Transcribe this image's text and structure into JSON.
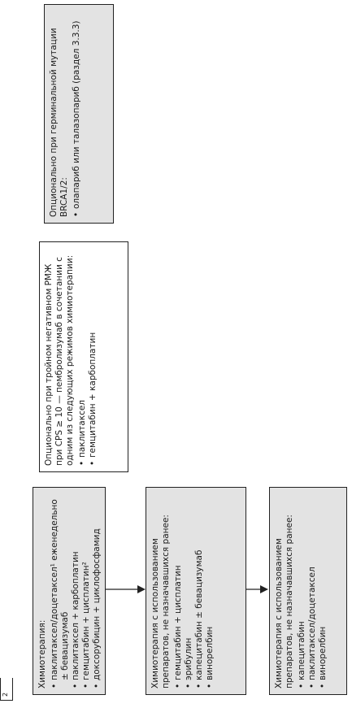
{
  "colors": {
    "gray_box": "#e3e3e3",
    "line": "#222222"
  },
  "corner_mark": "2",
  "chemo_line1": {
    "title": "Химиотерапия:",
    "items": [
      "паклитаксел/доцетаксел¹ еженедельно ± бевацизумаб",
      "паклитаксел + карбоплатин",
      "гемцитабин + цисплатин²",
      "доксорубицин + циклофосфамид"
    ]
  },
  "chemo_line2": {
    "title": "Химиотерапия с использованием препаратов, не назначавшихся ранее:",
    "items": [
      "гемцитабин + цисплатин",
      "эрибулин",
      "капецитабин ± бевацизумаб",
      "винорелбин"
    ]
  },
  "chemo_line3": {
    "title": "Химиотерапия с использованием препаратов, не назначавшихся ранее:",
    "items": [
      "капецитабин",
      "паклитаксел/доцетаксел",
      "винорелбин"
    ]
  },
  "option_tnbc": {
    "title": "Опционально при тройном негативном РМЖ при CPS ≥ 10 — пембролизумаб в сочетании с одним из следующих режимов химиотерапии:",
    "items": [
      "паклитаксел",
      "гемцитабин + карбоплатин"
    ]
  },
  "option_brca": {
    "title": "Опционально при герминальной мутации BRCA1/2:",
    "items": [
      "олапариб или талазопариб (раздел 3.3.3)"
    ]
  }
}
